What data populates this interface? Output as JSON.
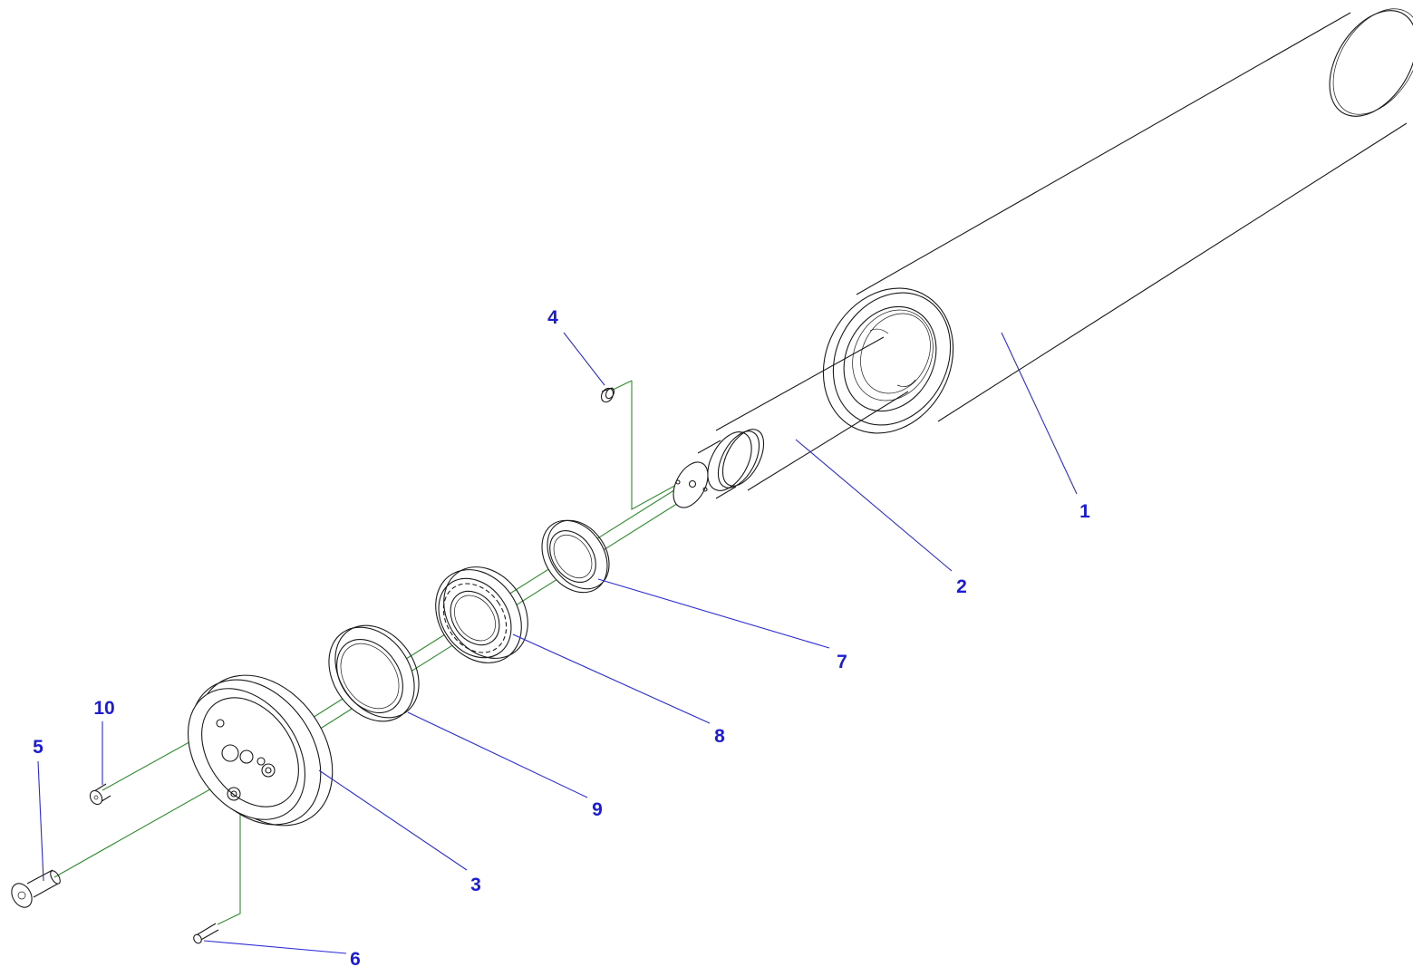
{
  "diagram": {
    "colors": {
      "line_art": "#1a1a1a",
      "assembly_axis": "#2e8b2e",
      "leader_lines": "#2b2bdc",
      "callout_text": "#1c1cd6"
    },
    "callouts": [
      {
        "id": "1",
        "label": "1"
      },
      {
        "id": "2",
        "label": "2"
      },
      {
        "id": "3",
        "label": "3"
      },
      {
        "id": "4",
        "label": "4"
      },
      {
        "id": "5",
        "label": "5"
      },
      {
        "id": "6",
        "label": "6"
      },
      {
        "id": "7",
        "label": "7"
      },
      {
        "id": "8",
        "label": "8"
      },
      {
        "id": "9",
        "label": "9"
      },
      {
        "id": "10",
        "label": "10"
      }
    ]
  }
}
